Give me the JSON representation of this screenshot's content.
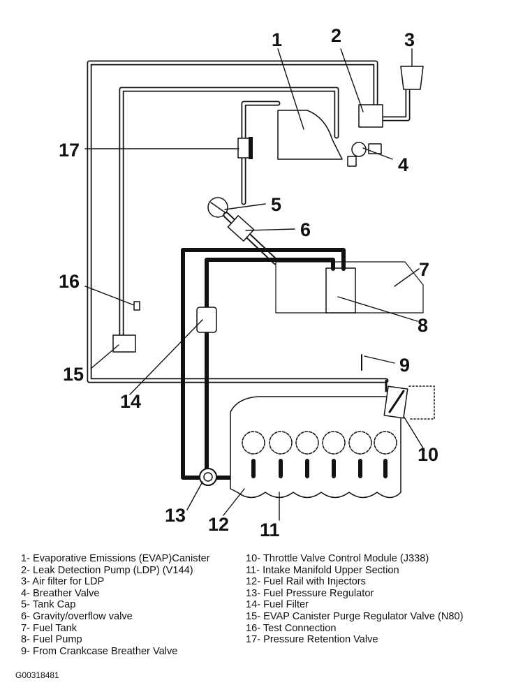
{
  "callouts": [
    "1",
    "2",
    "3",
    "4",
    "5",
    "6",
    "7",
    "8",
    "9",
    "10",
    "11",
    "12",
    "13",
    "14",
    "15",
    "16",
    "17"
  ],
  "legend_left": [
    "1- Evaporative Emissions (EVAP)Canister",
    "2- Leak Detection Pump (LDP) (V144)",
    "3- Air filter for LDP",
    "4- Breather Valve",
    "5- Tank Cap",
    "6- Gravity/overflow valve",
    "7- Fuel Tank",
    "8- Fuel Pump",
    "9- From Crankcase Breather Valve"
  ],
  "legend_right": [
    "10- Throttle Valve Control Module (J338)",
    "11- Intake Manifold Upper Section",
    "12- Fuel Rail with Injectors",
    "13- Fuel Pressure Regulator",
    "14- Fuel Filter",
    "15- EVAP Canister Purge Regulator Valve (N80)",
    "16- Test Connection",
    "17- Pressure Retention Valve"
  ],
  "figure_id": "G00318481"
}
